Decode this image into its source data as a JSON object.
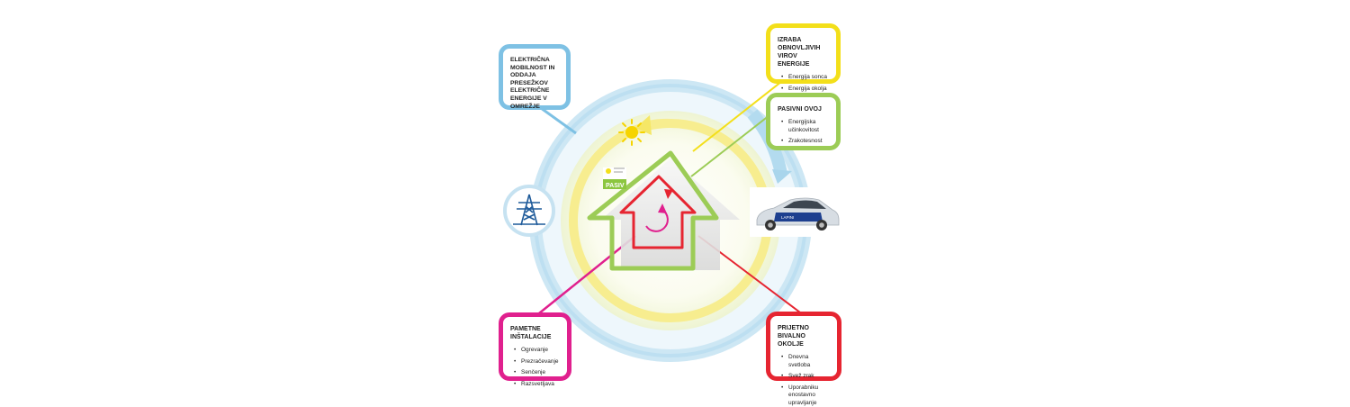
{
  "boxes": {
    "mobility": {
      "title": "ELEKTRIČNA MOBILNOST IN ODDAJA PRESEŽKOV ELEKTRIČNE ENERGIJE V OMREŽJE",
      "items": []
    },
    "renewable": {
      "title": "IZRABA OBNOVLJIVIH VIROV ENERGIJE",
      "items": [
        "Energija sonca",
        "Energija okolja"
      ]
    },
    "passive": {
      "title": "PASIVNI OVOJ",
      "items": [
        "Energijska učinkovitost",
        "Zrakotesnost"
      ]
    },
    "smart": {
      "title": "PAMETNE INŠTALACIJE",
      "items": [
        "Ogrevanje",
        "Prezračevanje",
        "Senčenje",
        "Razsvetljava"
      ]
    },
    "comfort": {
      "title": "PRIJETNO BIVALNO OKOLJE",
      "items": [
        "Dnevna svetloba",
        "Svež zrak",
        "Uporabniku enostavno upravljanje"
      ]
    }
  },
  "badge": {
    "label": "PASIV"
  },
  "car": {
    "brand_text": "LAPINI"
  },
  "icons": {
    "sun": "sun-icon",
    "pylon": "power-pylon-icon",
    "car": "electric-car-icon",
    "house": "house-icon",
    "cycle": "circular-arrow-icon"
  },
  "colors": {
    "blue": "#7ec1e4",
    "yellow": "#f3df1a",
    "green": "#9ccc56",
    "magenta": "#e0208e",
    "red": "#e62531"
  }
}
